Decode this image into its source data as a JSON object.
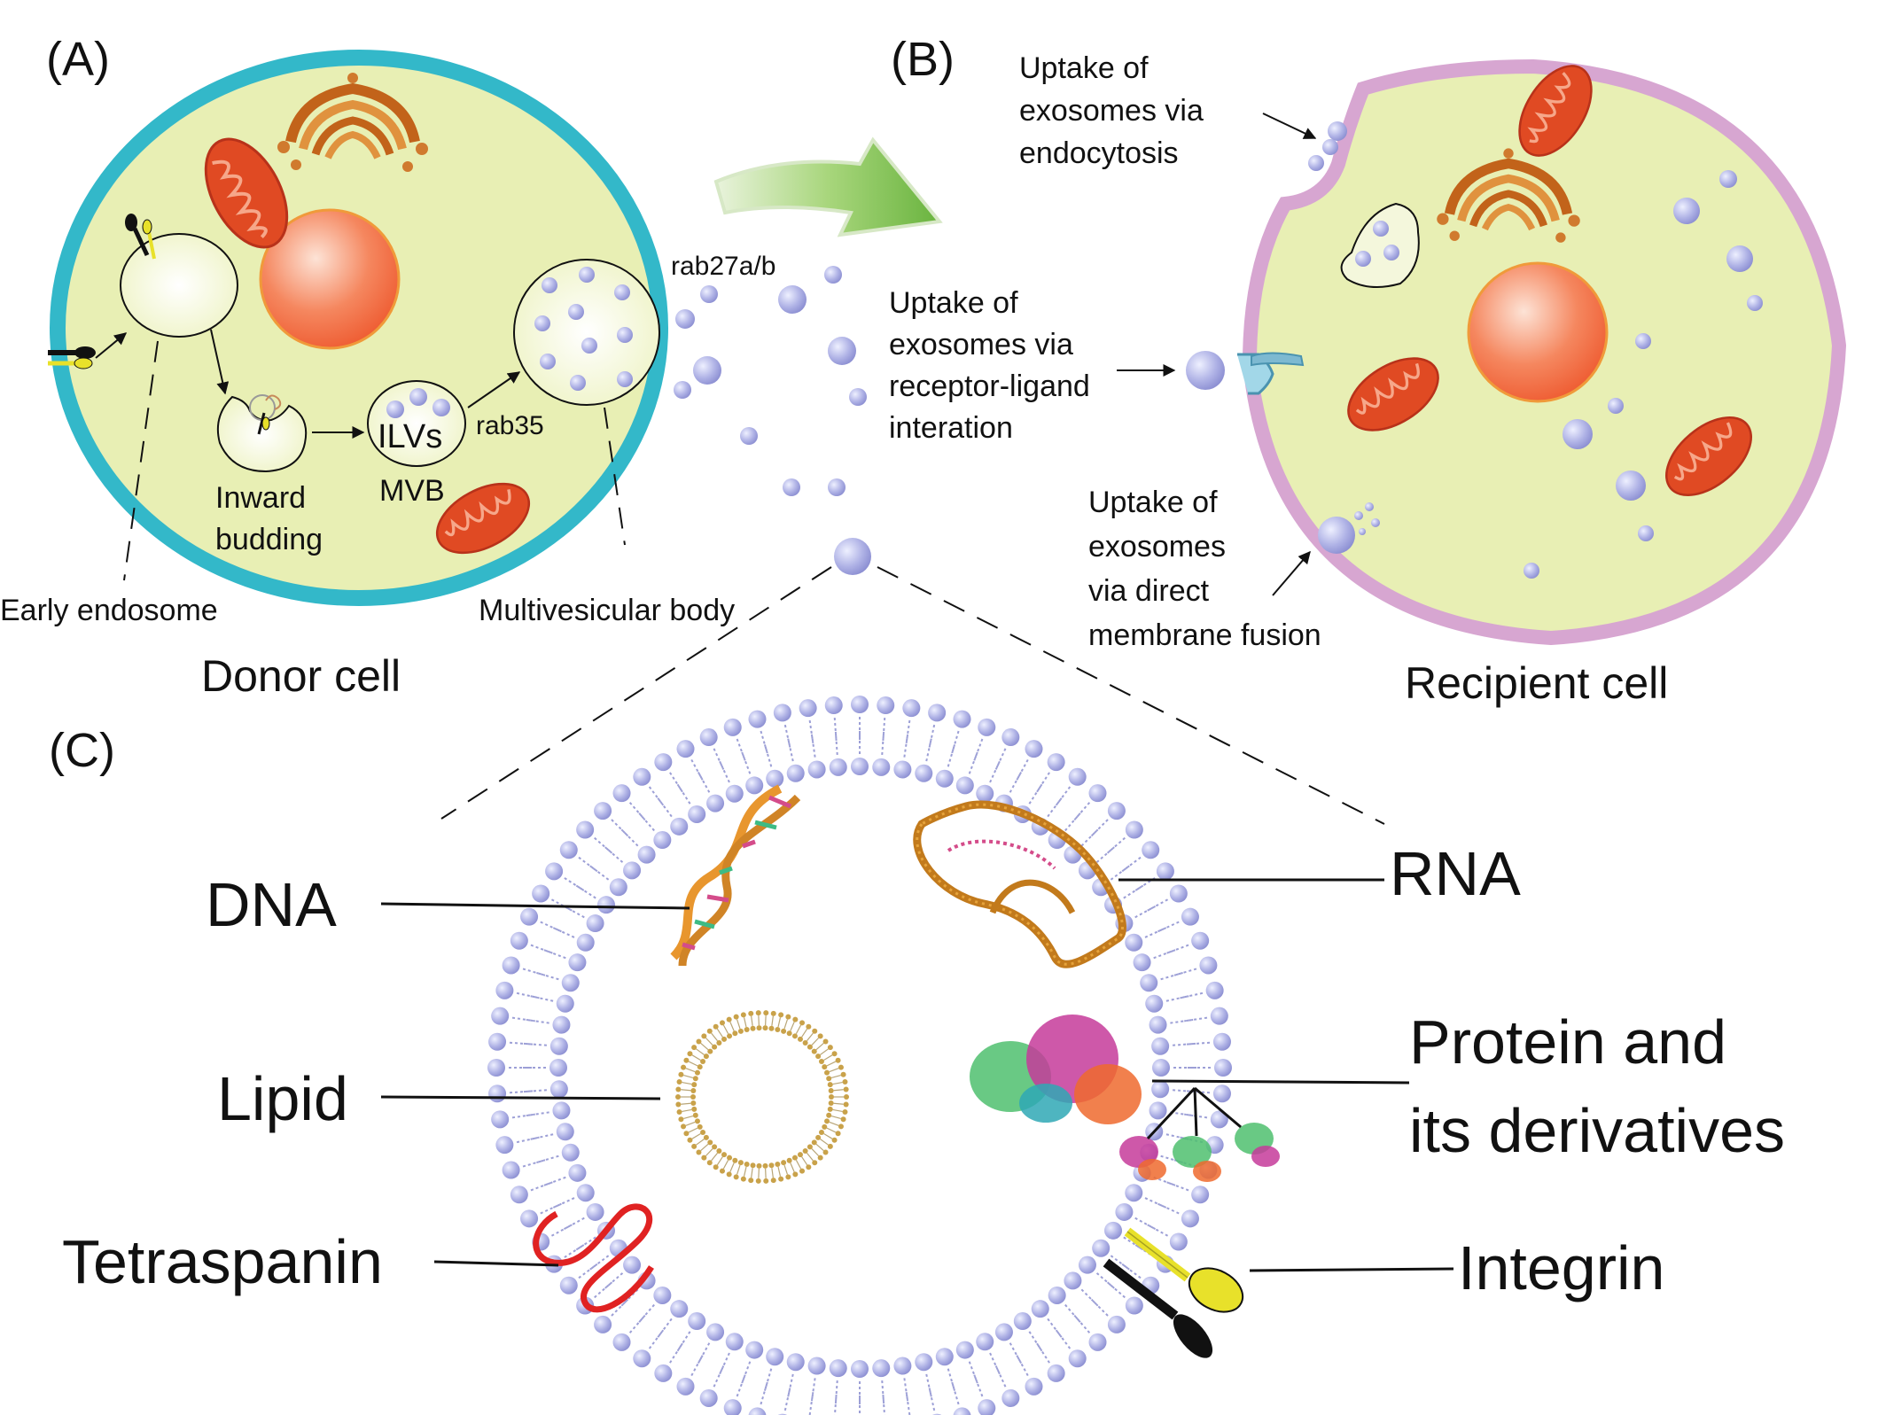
{
  "panels": {
    "a": "(A)",
    "b": "(B)",
    "c": "(C)"
  },
  "donor": {
    "caption": "Donor cell",
    "early_endosome": "Early endosome",
    "inward_budding_1": "Inward",
    "inward_budding_2": "budding",
    "ilvs": "ILVs",
    "mvb": "MVB",
    "rab35": "rab35",
    "multivesicular_body": "Multivesicular body",
    "rab27": "rab27a/b"
  },
  "recipient": {
    "caption": "Recipient cell",
    "endocytosis": [
      "Uptake of",
      "exosomes via",
      "endocytosis"
    ],
    "receptor": [
      "Uptake of",
      "exosomes via",
      "receptor-ligand",
      "interation"
    ],
    "fusion": [
      "Uptake of",
      "exosomes",
      "via direct",
      "membrane fusion"
    ]
  },
  "cargo": {
    "dna": "DNA",
    "rna": "RNA",
    "lipid": "Lipid",
    "protein_1": "Protein and",
    "protein_2": "its derivatives",
    "tetraspanin": "Tetraspanin",
    "integrin": "Integrin"
  },
  "colors": {
    "cytoplasm": "#e8efb4",
    "donor_membrane": "#33b8c9",
    "recipient_membrane": "#d7a6d1",
    "nucleus": "#f26d45",
    "mitochondria": "#e04a23",
    "vesicle": "#a7a9e0",
    "arrow_green": "#7fbf4d",
    "tetraspanin": "#e02222",
    "integrin_yellow": "#e8e12a"
  }
}
